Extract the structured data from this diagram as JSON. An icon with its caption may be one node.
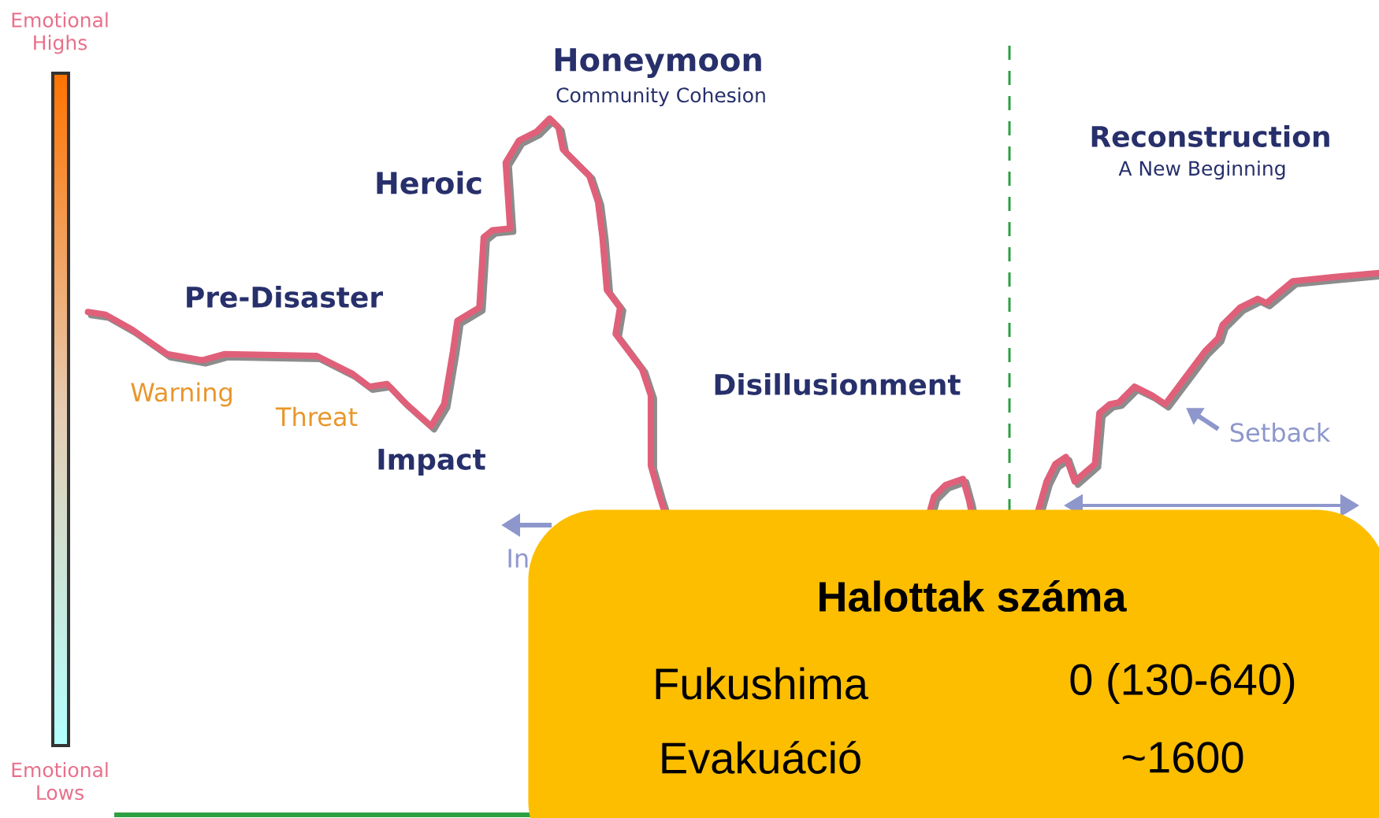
{
  "diagram": {
    "nodes": [
      {
        "text": [
          "Halottak száma",
          "Fukushima",
          "0 (130-640)",
          "Evakuáció",
          "~1600"
        ]
      }
    ],
    "labels": [
      "Emotional Highs",
      "Honeymoon",
      "Community Cohesion",
      "Reconstruction",
      "A New Beginning",
      "Heroic",
      "Pre-Disaster",
      "Disillusionment",
      "Warning",
      "Setback",
      "Threat",
      "Impact",
      "In",
      "Emotional Lows"
    ]
  }
}
